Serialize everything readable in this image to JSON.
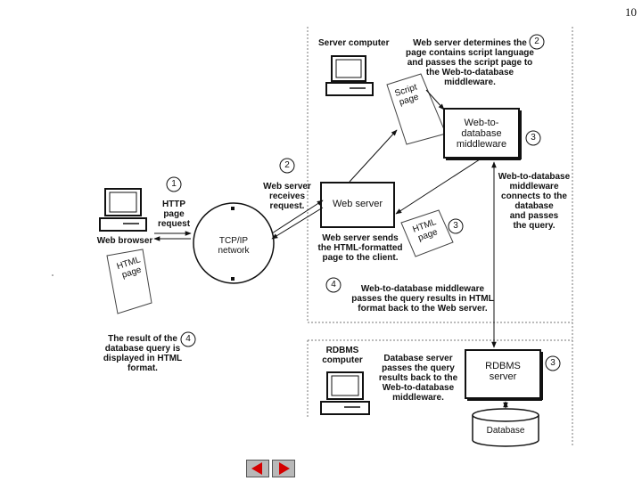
{
  "slide_number": "10",
  "labels": {
    "server_computer": "Server computer",
    "web_server_determines": "Web server determines the\npage contains script language\nand passes the script page to\nthe Web-to-database\nmiddleware.",
    "script_page": "Script\npage",
    "middleware_box": "Web-to-\ndatabase\nmiddleware",
    "middleware_connects": "Web-to-database\nmiddleware\nconnects to the\ndatabase\nand passes\nthe query.",
    "web_server_receives": "Web server\nreceives\nrequest.",
    "web_server_box": "Web server",
    "http_request": "HTTP\npage\nrequest",
    "web_browser": "Web browser",
    "tcpip_network": "TCP/IP\nnetwork",
    "html_page_right": "HTML\npage",
    "html_page_left": "HTML\npage",
    "web_server_sends": "Web server sends\nthe HTML-formatted\npage to the client.",
    "middleware_passes_results": "Web-to-database middleware\npasses the query results in HTML\nformat back to the Web server.",
    "query_result_displayed": "The result of the\ndatabase query is\ndisplayed in HTML\nformat.",
    "rdbms_computer": "RDBMS\ncomputer",
    "database_server_passes": "Database server\npasses the query\nresults back to the\nWeb-to-database\nmiddleware.",
    "rdbms_server_box": "RDBMS\nserver",
    "database": "Database"
  },
  "steps": {
    "step1": "1",
    "step2_top": "2",
    "step2_mid": "2",
    "step3_middleware": "3",
    "step3_html": "3",
    "step3_rdbms": "3",
    "step4_mid": "4",
    "step4_left": "4"
  },
  "nav": {
    "prev_icon": "arrow-left-icon",
    "next_icon": "arrow-right-icon",
    "color": "#d40000"
  }
}
